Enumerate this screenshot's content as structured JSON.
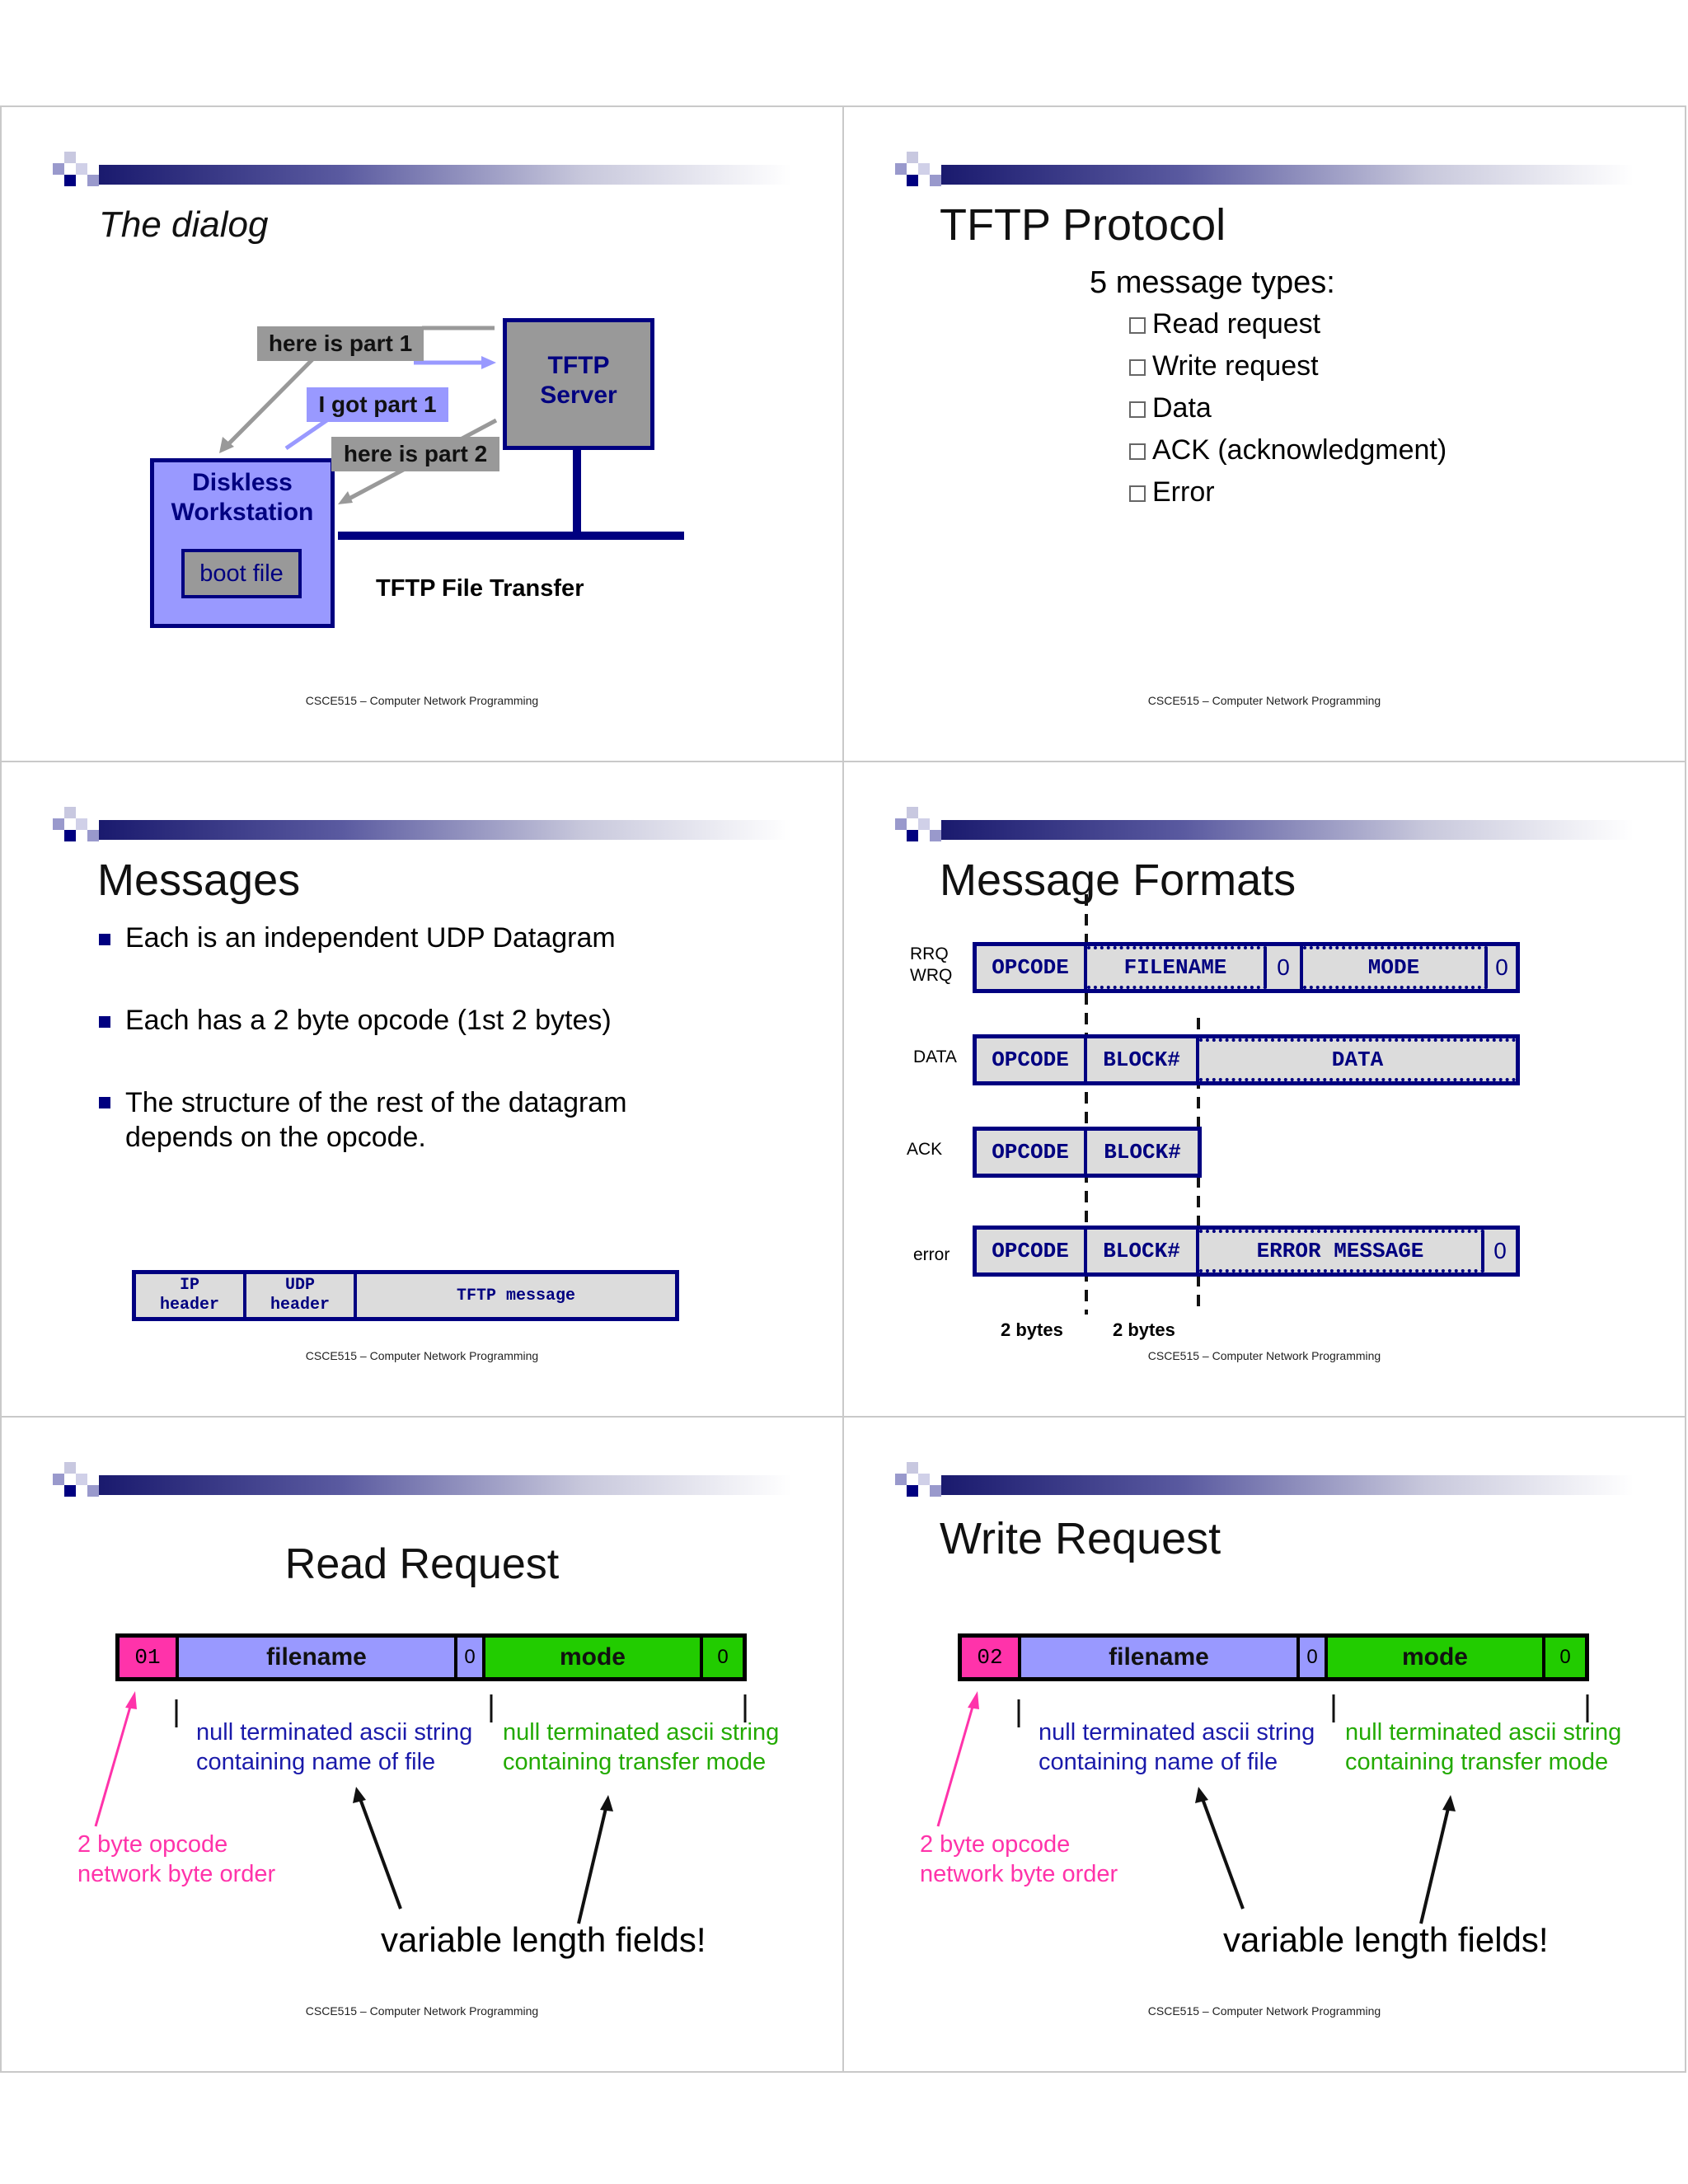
{
  "footer": "CSCE515 – Computer Network Programming",
  "colors": {
    "navy": "#000080",
    "lavender": "#9999ff",
    "gray": "#999999",
    "fieldgray": "#dcdcdc",
    "pink": "#ff33aa",
    "green": "#22cc00",
    "greentext": "#22aa00",
    "bluetext": "#1a1aaa"
  },
  "slides": {
    "dialog": {
      "title": "The dialog",
      "server": "TFTP\nServer",
      "workstation": "Diskless\nWorkstation",
      "boot_file": "boot file",
      "msg1": "here is part 1",
      "msg2": "I got part 1",
      "msg3": "here is part 2",
      "caption": "TFTP File Transfer"
    },
    "protocol": {
      "title": "TFTP Protocol",
      "subtitle": "5 message types:",
      "items": [
        "Read request",
        "Write request",
        "Data",
        "ACK (acknowledgment)",
        "Error"
      ]
    },
    "messages": {
      "title": "Messages",
      "bullets": [
        "Each is an independent UDP Datagram",
        "Each has a 2 byte opcode (1st 2 bytes)",
        "The structure of the rest of the datagram depends on the opcode."
      ],
      "datagram": [
        "IP header",
        "UDP header",
        "TFTP message"
      ]
    },
    "formats": {
      "title": "Message Formats",
      "rows": [
        {
          "label": "RRQ\nWRQ",
          "fields": [
            "OPCODE",
            "FILENAME",
            "0",
            "MODE",
            "0"
          ]
        },
        {
          "label": "DATA",
          "fields": [
            "OPCODE",
            "BLOCK#",
            "DATA"
          ]
        },
        {
          "label": "ACK",
          "fields": [
            "OPCODE",
            "BLOCK#"
          ]
        },
        {
          "label": "error",
          "fields": [
            "OPCODE",
            "BLOCK#",
            "ERROR MESSAGE",
            "0"
          ]
        }
      ],
      "bytes1": "2 bytes",
      "bytes2": "2 bytes"
    },
    "read": {
      "title": "Read Request",
      "opcode": "01",
      "filename": "filename",
      "zero": "0",
      "mode": "mode",
      "note_file": "null terminated ascii string\ncontaining name of file",
      "note_mode": "null terminated ascii string\ncontaining transfer mode",
      "note_opcode": "2 byte opcode\nnetwork byte order",
      "variable": "variable length fields!"
    },
    "write": {
      "title": "Write Request",
      "opcode": "02",
      "filename": "filename",
      "zero": "0",
      "mode": "mode",
      "note_file": "null terminated ascii string\ncontaining name of file",
      "note_mode": "null terminated ascii string\ncontaining transfer mode",
      "note_opcode": "2 byte opcode\nnetwork byte order",
      "variable": "variable length fields!"
    }
  }
}
